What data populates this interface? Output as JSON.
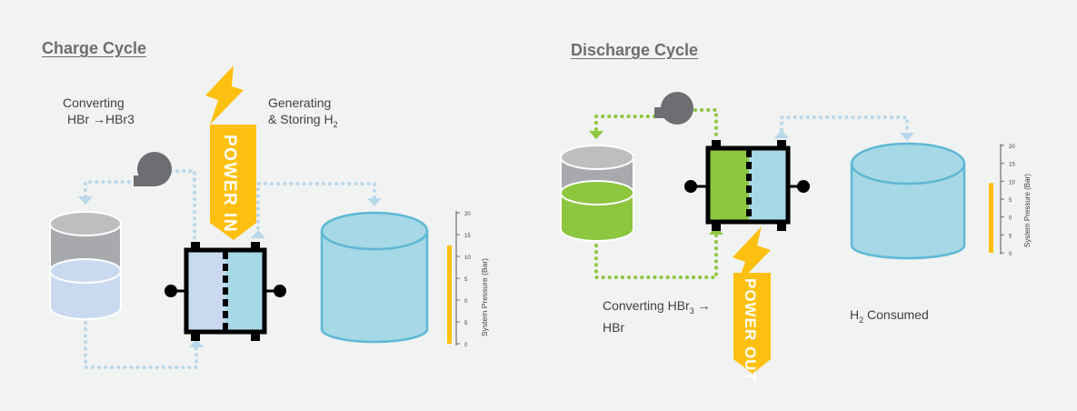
{
  "colors": {
    "background": "#f1f2f2",
    "heading": "#6d6e71",
    "text": "#414042",
    "power": "#fec010",
    "hydrogen": "#a6d8e6",
    "hydrogen_stroke": "#5db8d4",
    "electrolyte_charge": "#c9daf0",
    "electrolyte_discharge": "#8dc63f",
    "tank_gray": "#a7a9ac",
    "pump": "#6d6e71",
    "flow_blue_dots": "#b9d8ea",
    "flow_green_dots": "#8dc63f",
    "cell_frame": "#000000",
    "gauge": "#fec010"
  },
  "icons": [
    "lightning-bolt-icon",
    "pump-icon",
    "tank-icon",
    "fuel-cell-icon",
    "pressure-gauge-icon"
  ],
  "charge": {
    "title": "Charge Cycle",
    "converting_line1": "Converting",
    "converting_line2": "HBr →HBr3",
    "generating_line1": "Generating",
    "generating_line2": "& Storing H",
    "generating_sub": "2",
    "power_label": "POWER IN",
    "gauge": {
      "ticks": [
        "20",
        "15",
        "10",
        "5",
        "0",
        "5",
        "0"
      ],
      "label": "System Pressure (Bar)",
      "level": 0.75
    }
  },
  "discharge": {
    "title": "Discharge Cycle",
    "converting_pre": "Converting HBr",
    "converting_sub": "3",
    "converting_post": " →",
    "converting_line2": "HBr",
    "consumed_pre": "H",
    "consumed_sub": "2",
    "consumed_post": " Consumed",
    "power_label": "POWER OUT",
    "gauge": {
      "ticks": [
        "20",
        "15",
        "10",
        "5",
        "0",
        "5",
        "0"
      ],
      "label": "System Pressure (Bar)",
      "level": 0.65
    }
  }
}
